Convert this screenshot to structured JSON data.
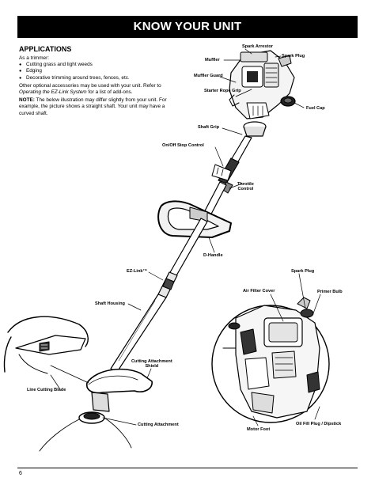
{
  "header": {
    "title": "KNOW YOUR UNIT"
  },
  "applications": {
    "title": "APPLICATIONS",
    "intro": "As a trimmer:",
    "items": [
      "Cutting grass and light weeds",
      "Edging",
      "Decorative trimming around trees, fences, etc."
    ],
    "optional_a": "Other optional accessories may be used with your unit. Refer to ",
    "optional_italic": "Operating the EZ-Link System",
    "optional_b": " for a list of add-ons.",
    "note_label": "NOTE:",
    "note_text": " The below illustration may differ slightly from your unit. For example, the picture shows a straight shaft. Your unit may have a curved shaft."
  },
  "labels": {
    "spark_arrestor": "Spark Arrestor",
    "muffler": "Muffler",
    "spark_plug_top": "Spark Plug",
    "muffler_guard": "Muffler Guard",
    "starter_rope_grip": "Starter Rope Grip",
    "fuel_cap": "Fuel Cap",
    "shaft_grip": "Shaft Grip",
    "on_off_stop_control": "On/Off Stop Control",
    "throttle_control_1": "Throttle",
    "throttle_control_2": "Control",
    "d_handle": "D-Handle",
    "ez_link": "EZ-Link™",
    "spark_plug_detail": "Spark Plug",
    "air_filter_cover": "Air Filter Cover",
    "primer_bulb": "Primer Bulb",
    "shaft_housing": "Shaft Housing",
    "cutting_attachment_shield_1": "Cutting Attachment",
    "cutting_attachment_shield_2": "Shield",
    "line_cutting_blade": "Line Cutting Blade",
    "cutting_attachment": "Cutting Attachment",
    "motor_foot": "Motor Foot",
    "oil_fill_plug_dipstick": "Oil Fill Plug / Dipstick"
  },
  "footer": {
    "page_number": "6"
  }
}
